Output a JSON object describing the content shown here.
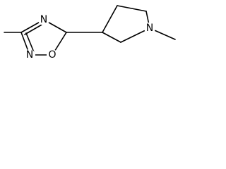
{
  "molecule": {
    "atoms": {
      "n_ring_top": "N",
      "n_ring_bottom": "N",
      "o_ring": "O",
      "n_pyrrolidine": "N"
    }
  }
}
